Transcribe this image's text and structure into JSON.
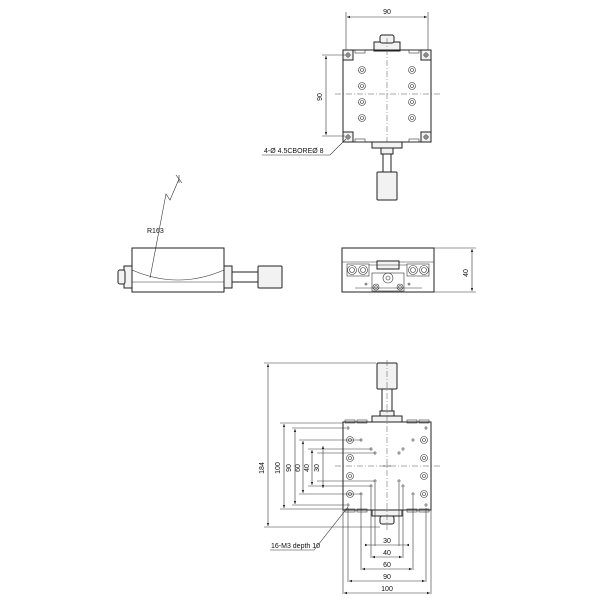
{
  "drawing": {
    "top_view": {
      "width_dim": "90",
      "height_dim": "90",
      "hole_note": "4-Ø 4.5CBOREØ 8"
    },
    "side_view": {
      "radius_note": "R163"
    },
    "front_view": {
      "height_dim": "40"
    },
    "bottom_view": {
      "overall_height_dim": "184",
      "vertical_dims": [
        "100",
        "90",
        "60",
        "40",
        "30"
      ],
      "horizontal_dims": [
        "30",
        "40",
        "60",
        "90",
        "100"
      ],
      "thread_note": "16-M3 depth 10"
    }
  },
  "colors": {
    "line": "#222222",
    "background": "#ffffff"
  }
}
